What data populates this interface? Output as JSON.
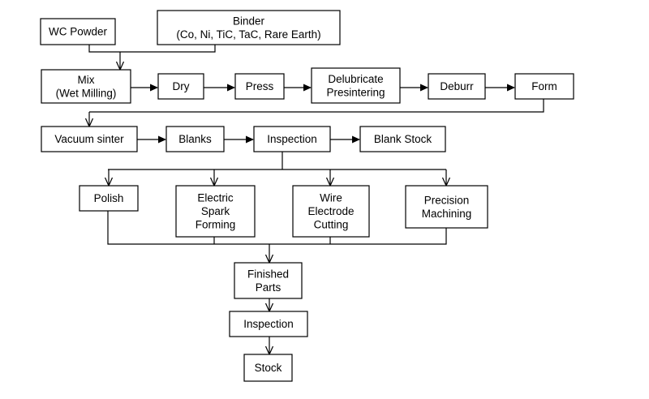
{
  "nodes": {
    "wc_powder": [
      "WC Powder"
    ],
    "binder": [
      "Binder",
      "(Co, Ni, TiC, TaC, Rare Earth)"
    ],
    "mix": [
      "Mix",
      "(Wet Milling)"
    ],
    "dry": [
      "Dry"
    ],
    "press": [
      "Press"
    ],
    "delubricate": [
      "Delubricate",
      "Presintering"
    ],
    "deburr": [
      "Deburr"
    ],
    "form": [
      "Form"
    ],
    "vacuum_sinter": [
      "Vacuum sinter"
    ],
    "blanks": [
      "Blanks"
    ],
    "inspection1": [
      "Inspection"
    ],
    "blank_stock": [
      "Blank Stock"
    ],
    "polish": [
      "Polish"
    ],
    "spark": [
      "Electric",
      "Spark",
      "Forming"
    ],
    "wire": [
      "Wire",
      "Electrode",
      "Cutting"
    ],
    "precision": [
      "Precision",
      "Machining"
    ],
    "finished": [
      "Finished",
      "Parts"
    ],
    "inspection2": [
      "Inspection"
    ],
    "stock": [
      "Stock"
    ]
  },
  "edges": [
    [
      "wc_powder",
      "mix"
    ],
    [
      "binder",
      "mix"
    ],
    [
      "mix",
      "dry"
    ],
    [
      "dry",
      "press"
    ],
    [
      "press",
      "delubricate"
    ],
    [
      "delubricate",
      "deburr"
    ],
    [
      "deburr",
      "form"
    ],
    [
      "form",
      "vacuum_sinter"
    ],
    [
      "vacuum_sinter",
      "blanks"
    ],
    [
      "blanks",
      "inspection1"
    ],
    [
      "inspection1",
      "blank_stock"
    ],
    [
      "inspection1",
      "polish"
    ],
    [
      "inspection1",
      "spark"
    ],
    [
      "inspection1",
      "wire"
    ],
    [
      "inspection1",
      "precision"
    ],
    [
      "polish",
      "finished"
    ],
    [
      "spark",
      "finished"
    ],
    [
      "wire",
      "finished"
    ],
    [
      "precision",
      "finished"
    ],
    [
      "finished",
      "inspection2"
    ],
    [
      "inspection2",
      "stock"
    ]
  ]
}
